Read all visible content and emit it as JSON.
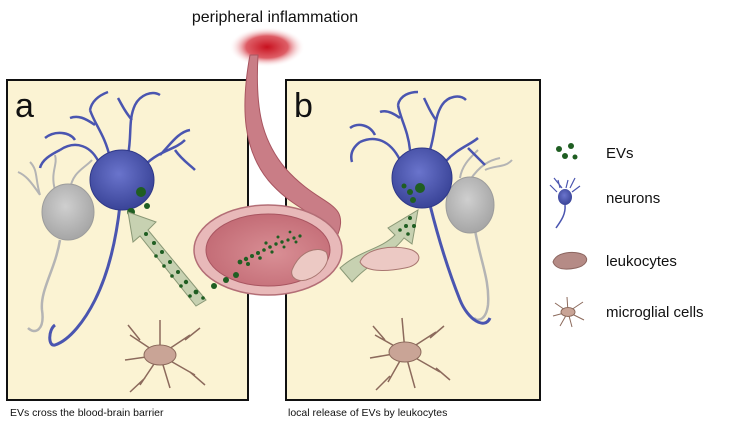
{
  "title": "peripheral inflammation",
  "panels": [
    {
      "letter": "a",
      "caption": "EVs cross the blood-brain barrier"
    },
    {
      "letter": "b",
      "caption": "local release of EVs by leukocytes"
    }
  ],
  "legend": [
    {
      "label": "EVs",
      "icon": "ev-dots-icon"
    },
    {
      "label": "neurons",
      "icon": "neuron-icon"
    },
    {
      "label": "leukocytes",
      "icon": "leukocyte-icon"
    },
    {
      "label": "microglial cells",
      "icon": "microglia-icon"
    }
  ],
  "colors": {
    "panel_bg": "#fbf3d3",
    "neuron": "#4a55b0",
    "neuron_gray": "#b8b8b8",
    "vessel": "#c9747e",
    "vessel_inner": "#e8b4b4",
    "inflammation": "#cc2a36",
    "ev": "#1f5e22",
    "arrow": "#c9d3b5",
    "microglia": "#b08c80",
    "leukocyte": "#e9c8c6"
  }
}
